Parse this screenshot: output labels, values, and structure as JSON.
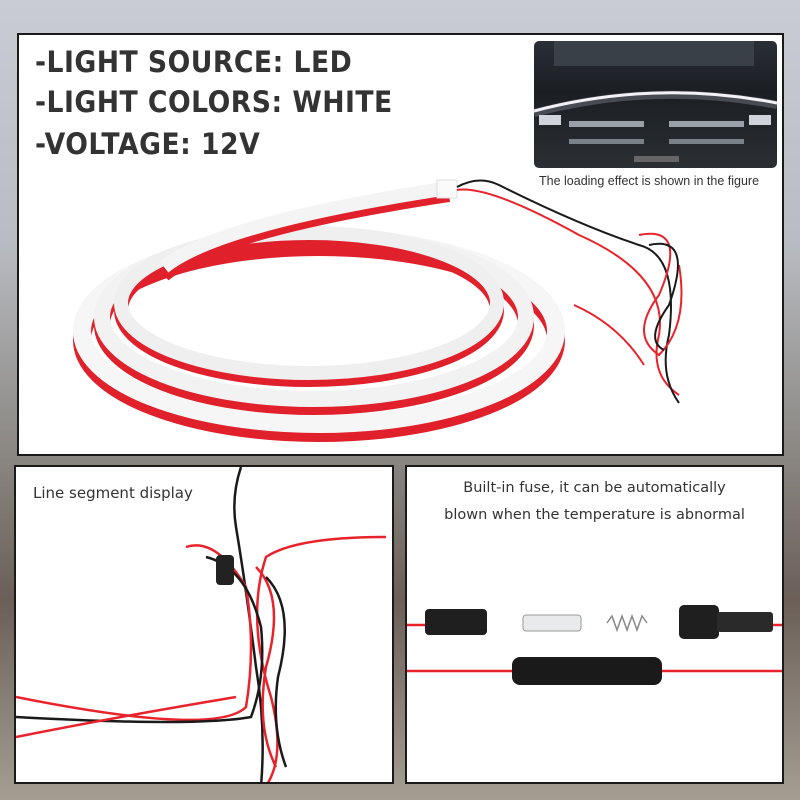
{
  "specs": {
    "light_source": "-LIGHT SOURCE: LED",
    "light_colors": "-LIGHT COLORS: WHITE",
    "voltage": "-VOLTAGE: 12V"
  },
  "car_caption": "The loading effect is shown in the figure",
  "line_segment_caption": "Line segment display",
  "fuse_caption": {
    "line1": "Built-in fuse, it can be automatically",
    "line2": "blown when the temperature is abnormal"
  },
  "colors": {
    "strip_red": "#e0202a",
    "wire_red": "#e8232b",
    "wire_black": "#1a1a1a",
    "text": "#333333"
  }
}
